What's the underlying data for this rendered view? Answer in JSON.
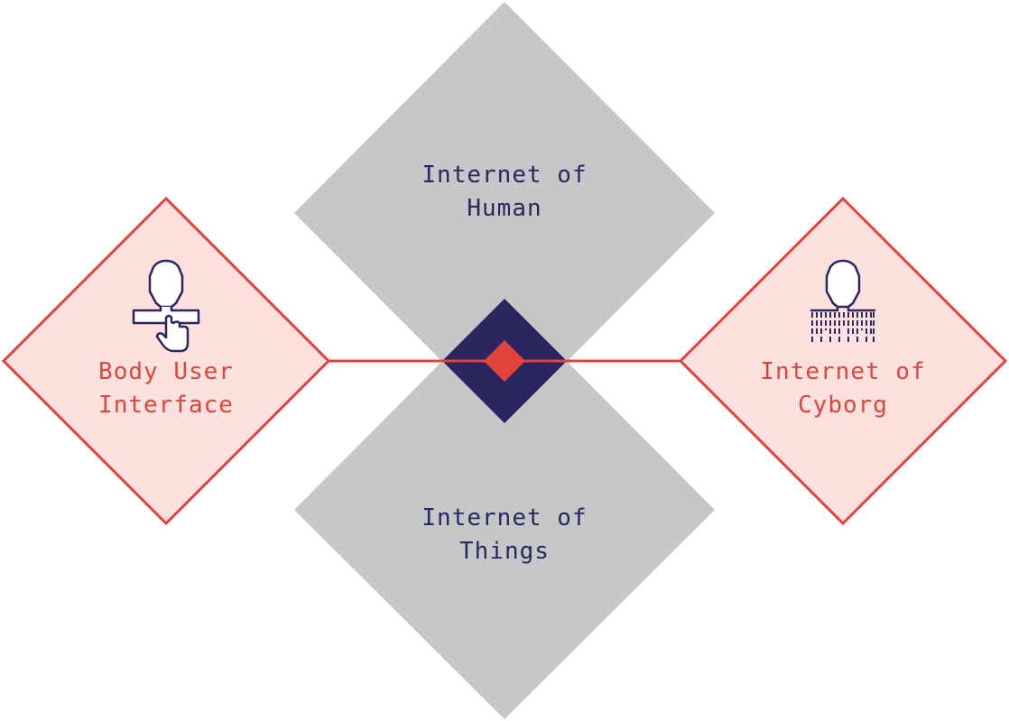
{
  "colors": {
    "gray": "#c6c7c9",
    "navy": "#2b2560",
    "red": "#e0443a",
    "pink": "#fde1de",
    "white": "#ffffff"
  },
  "nodes": {
    "human": {
      "line1": "Internet of",
      "line2": "Human"
    },
    "things": {
      "line1": "Internet of",
      "line2": "Things"
    },
    "body_ui": {
      "line1": "Body User",
      "line2": "Interface",
      "icon": "person-touch-icon"
    },
    "cyborg": {
      "line1": "Internet of",
      "line2": "Cyborg",
      "icon": "cyborg-person-icon"
    }
  }
}
